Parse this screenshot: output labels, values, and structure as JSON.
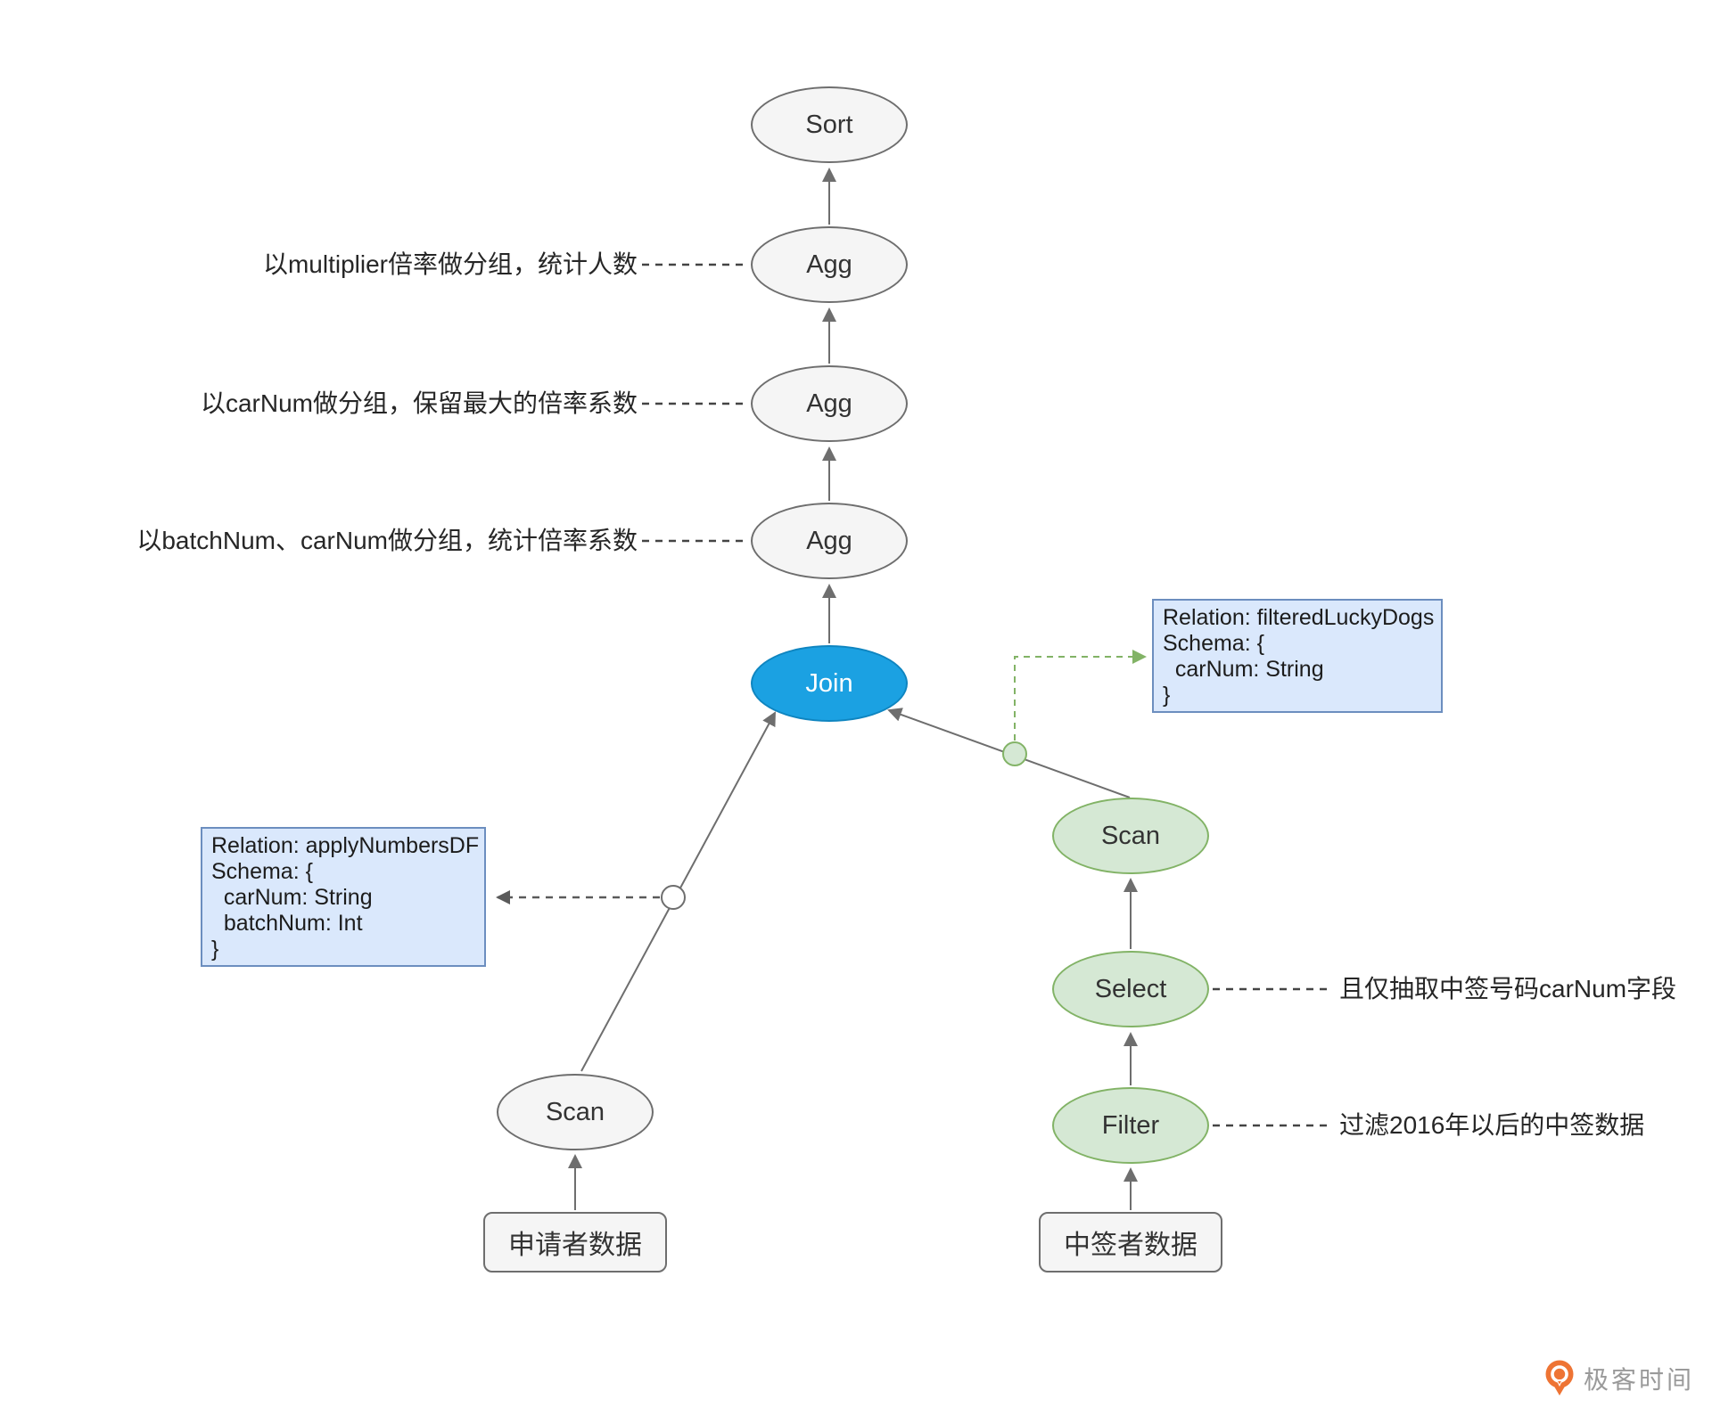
{
  "nodes": {
    "sort": "Sort",
    "agg_top": "Agg",
    "agg_mid": "Agg",
    "agg_bottom": "Agg",
    "join": "Join",
    "scan_left": "Scan",
    "scan_right": "Scan",
    "select": "Select",
    "filter": "Filter"
  },
  "annotations": {
    "agg_top": "以multiplier倍率做分组，统计人数",
    "agg_mid": "以carNum做分组，保留最大的倍率系数",
    "agg_bottom": "以batchNum、carNum做分组，统计倍率系数",
    "select": "且仅抽取中签号码carNum字段",
    "filter": "过滤2016年以后的中签数据"
  },
  "schema_boxes": {
    "apply_numbers": {
      "lines": [
        "Relation: applyNumbersDF",
        "Schema: {",
        "  carNum: String",
        "  batchNum: Int",
        "}"
      ]
    },
    "filtered_lucky_dogs": {
      "lines": [
        "Relation: filteredLuckyDogs",
        "Schema: {",
        "  carNum: String",
        "}"
      ]
    }
  },
  "sources": {
    "applicants": "申请者数据",
    "winners": "中签者数据"
  },
  "logo": {
    "text": "极客时间"
  },
  "colors": {
    "node_default_fill": "#f5f5f5",
    "node_default_stroke": "#6e6e6e",
    "node_join_fill": "#1ba1e2",
    "node_green_fill": "#d5e8d4",
    "node_green_stroke": "#82b366",
    "schema_box_fill": "#dae8fc",
    "schema_box_stroke": "#6c8ebf",
    "edge_gray": "#6e6e6e",
    "dash_dark": "#444444",
    "logo_orange": "#ee7434"
  }
}
